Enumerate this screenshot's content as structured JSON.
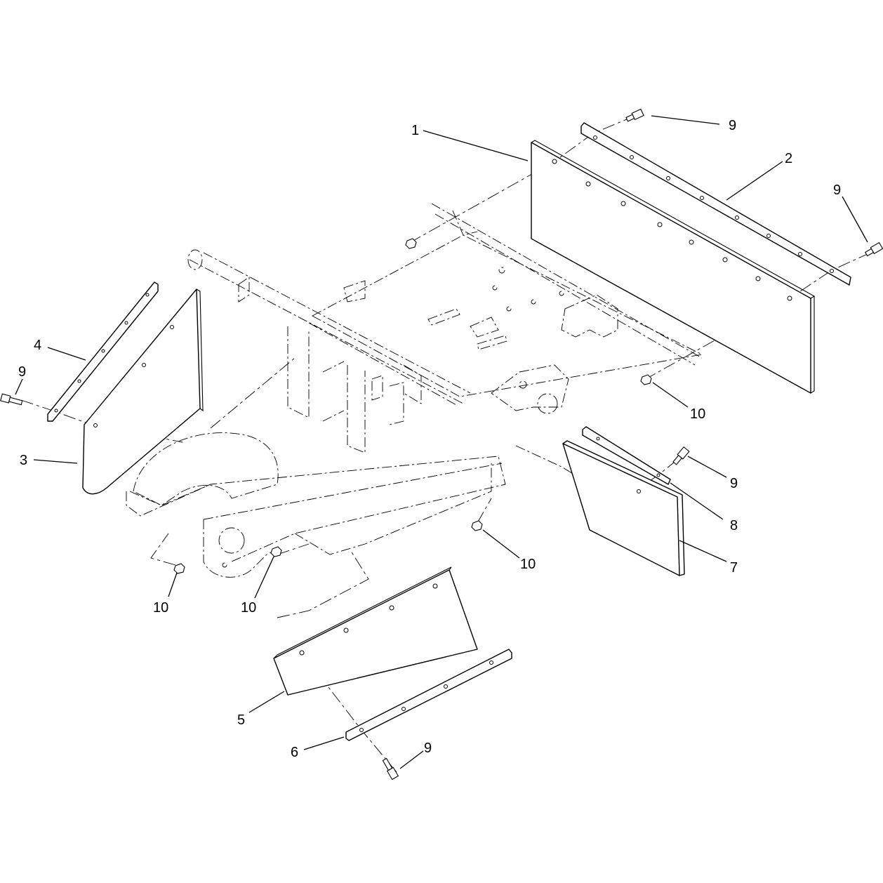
{
  "diagram": {
    "callouts": [
      {
        "id": "c1",
        "label": "1"
      },
      {
        "id": "c2",
        "label": "2"
      },
      {
        "id": "c3",
        "label": "3"
      },
      {
        "id": "c4",
        "label": "4"
      },
      {
        "id": "c5",
        "label": "5"
      },
      {
        "id": "c6",
        "label": "6"
      },
      {
        "id": "c7",
        "label": "7"
      },
      {
        "id": "c8",
        "label": "8"
      },
      {
        "id": "c9a",
        "label": "9"
      },
      {
        "id": "c9b",
        "label": "9"
      },
      {
        "id": "c9c",
        "label": "9"
      },
      {
        "id": "c9d",
        "label": "9"
      },
      {
        "id": "c9e",
        "label": "9"
      },
      {
        "id": "c10a",
        "label": "10"
      },
      {
        "id": "c10b",
        "label": "10"
      },
      {
        "id": "c10c",
        "label": "10"
      },
      {
        "id": "c10d",
        "label": "10"
      }
    ]
  }
}
